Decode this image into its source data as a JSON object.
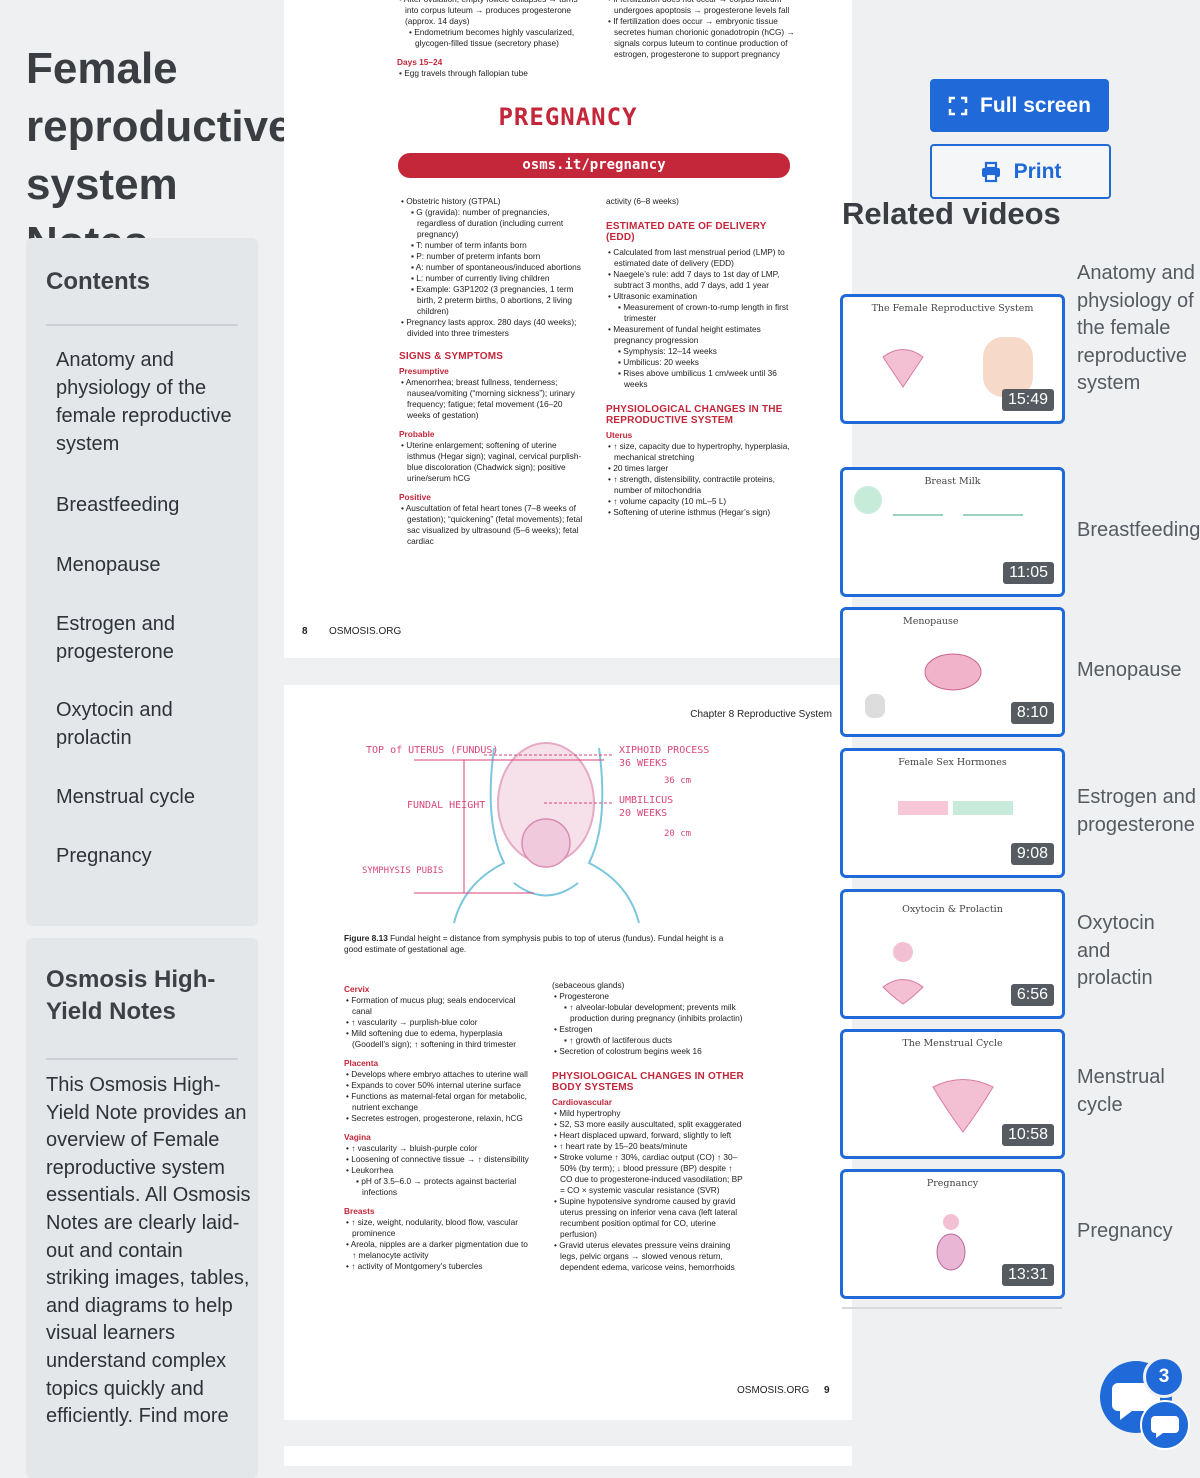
{
  "page": {
    "title": "Female reproductive system Notes"
  },
  "contents": {
    "heading": "Contents",
    "items": [
      "Anatomy and physiology of the female reproductive system",
      "Breastfeeding",
      "Menopause",
      "Estrogen and progesterone",
      "Oxytocin and prolactin",
      "Menstrual cycle",
      "Pregnancy"
    ]
  },
  "highyield": {
    "heading": "Osmosis High-Yield Notes",
    "text": "This Osmosis High-Yield Note provides an overview of Female reproductive system essentials. All Osmosis Notes are clearly laid-out and contain striking images, tables, and diagrams to help visual learners understand complex topics quickly and efficiently. Find more"
  },
  "buttons": {
    "fullscreen": "Full screen",
    "print": "Print"
  },
  "related": {
    "heading": "Related videos",
    "videos": [
      {
        "label": "Anatomy and physiology of the female reproductive system",
        "duration": "15:49",
        "thumb_title": "The Female Reproductive System"
      },
      {
        "label": "Breastfeeding",
        "duration": "11:05",
        "thumb_title": "Breast Milk"
      },
      {
        "label": "Menopause",
        "duration": "8:10",
        "thumb_title": "Menopause"
      },
      {
        "label": "Estrogen and progesterone",
        "duration": "9:08",
        "thumb_title": "Female Sex Hormones"
      },
      {
        "label": "Oxytocin and prolactin",
        "duration": "6:56",
        "thumb_title": "Oxytocin & Prolactin"
      },
      {
        "label": "Menstrual cycle",
        "duration": "10:58",
        "thumb_title": "The Menstrual Cycle"
      },
      {
        "label": "Pregnancy",
        "duration": "13:31",
        "thumb_title": "Pregnancy"
      }
    ]
  },
  "chat": {
    "badge": "3"
  },
  "doc_page8": {
    "top_left": [
      "• After ovulation, empty follicle collapses → turns into corpus luteum → produces progesterone (approx. 14 days)",
      "• Endometrium becomes highly vascularized, glycogen-filled tissue (secretory phase)"
    ],
    "days_heading": "Days 15–24",
    "days_item": "• Egg travels through fallopian tube",
    "top_right": [
      "• If fertilization does not occur → corpus luteum undergoes apoptosis → progesterone levels fall",
      "• If fertilization does occur → embryonic tissue secretes human chorionic gonadotropin (hCG) → signals corpus luteum to continue production of estrogen, progesterone to support pregnancy"
    ],
    "pregnancy_title": "PREGNANCY",
    "banner": "osms.it/pregnancy",
    "left_col": [
      "• Obstetric history (GTPAL)",
      "▪ G (gravida): number of pregnancies, regardless of duration (including current pregnancy)",
      "▪ T: number of term infants born",
      "▪ P: number of preterm infants born",
      "▪ A: number of spontaneous/induced abortions",
      "▪ L: number of currently living children",
      "▪ Example: G3P1202 (3 pregnancies, 1 term birth, 2 preterm births, 0 abortions, 2 living children)",
      "• Pregnancy lasts approx. 280 days (40 weeks); divided into three trimesters"
    ],
    "signs_heading": "SIGNS & SYMPTOMS",
    "presumptive_heading": "Presumptive",
    "presumptive": "• Amenorrhea; breast fullness, tenderness; nausea/vomiting (“morning sickness”); urinary frequency; fatigue; fetal movement (16–20 weeks of gestation)",
    "probable_heading": "Probable",
    "probable": "• Uterine enlargement; softening of uterine isthmus (Hegar sign); vaginal, cervical purplish-blue discoloration (Chadwick sign); positive urine/serum hCG",
    "positive_heading": "Positive",
    "positive": "• Auscultation of fetal heart tones (7–8 weeks of gestation); “quickening” (fetal movements); fetal sac visualized by ultrasound (5–6 weeks); fetal cardiac",
    "right_col_top": "activity (6–8 weeks)",
    "edd_heading": "ESTIMATED DATE OF DELIVERY (EDD)",
    "edd": [
      "• Calculated from last menstrual period (LMP) to estimated date of delivery (EDD)",
      "• Naegele’s rule: add 7 days to 1st day of LMP, subtract 3 months, add 7 days, add 1 year",
      "• Ultrasonic examination",
      "▪ Measurement of crown-to-rump length in first trimester",
      "• Measurement of fundal height estimates pregnancy progression",
      "▪ Symphysis: 12–14 weeks",
      "▪ Umbilicus: 20 weeks",
      "▪ Rises above umbilicus 1 cm/week until 36 weeks"
    ],
    "phys_heading": "PHYSIOLOGICAL CHANGES IN THE REPRODUCTIVE SYSTEM",
    "uterus_heading": "Uterus",
    "uterus": [
      "• ↑ size, capacity due to hypertrophy, hyperplasia, mechanical stretching",
      "• 20 times larger",
      "• ↑ strength, distensibility, contractile proteins, number of mitochondria",
      "• ↑ volume capacity (10 mL–5 L)",
      "• Softening of uterine isthmus (Hegar’s sign)"
    ],
    "footer_num": "8",
    "footer_site": "OSMOSIS.ORG"
  },
  "doc_page9": {
    "chapter": "Chapter 8 Reproductive System",
    "fig_labels": {
      "top": "TOP of UTERUS (FUNDUS)",
      "fundal": "FUNDAL HEIGHT",
      "symphysis": "SYMPHYSIS PUBIS",
      "xiphoid": "XIPHOID PROCESS",
      "xiphoid_wk": "36 WEEKS",
      "xiphoid_cm": "36 cm",
      "umbilicus": "UMBILICUS",
      "umb_wk": "20 WEEKS",
      "umb_cm": "20 cm"
    },
    "caption_bold": "Figure 8.13",
    "caption": " Fundal height = distance from symphysis pubis to top of uterus (fundus). Fundal height is a good estimate of gestational age.",
    "cervix_heading": "Cervix",
    "cervix": [
      "• Formation of mucus plug; seals endocervical canal",
      "• ↑ vascularity → purplish-blue color",
      "• Mild softening due to edema, hyperplasia (Goodell’s sign); ↑ softening in third trimester"
    ],
    "placenta_heading": "Placenta",
    "placenta": [
      "• Develops where embryo attaches to uterine wall",
      "• Expands to cover 50% internal uterine surface",
      "• Functions as maternal-fetal organ for metabolic, nutrient exchange",
      "• Secretes estrogen, progesterone, relaxin, hCG"
    ],
    "vagina_heading": "Vagina",
    "vagina": [
      "• ↑ vascularity → bluish-purple color",
      "• Loosening of connective tissue → ↑ distensibility",
      "• Leukorrhea",
      "▪ pH of 3.5–6.0 → protects against bacterial infections"
    ],
    "breasts_heading": "Breasts",
    "breasts": [
      "• ↑ size, weight, nodularity, blood flow, vascular prominence",
      "• Areola, nipples are a darker pigmentation due to ↑ melanocyte activity",
      "• ↑ activity of Montgomery’s tubercles"
    ],
    "right_top": [
      "(sebaceous glands)",
      "• Progesterone",
      "▪ ↑ alveolar-lobular development; prevents milk production during pregnancy (inhibits prolactin)",
      "• Estrogen",
      "▪ ↑ growth of lactiferous ducts",
      "• Secretion of colostrum begins week 16"
    ],
    "other_heading": "PHYSIOLOGICAL CHANGES IN OTHER BODY SYSTEMS",
    "cardio_heading": "Cardiovascular",
    "cardio": [
      "• Mild hypertrophy",
      "• S2, S3 more easily auscultated, split exaggerated",
      "• Heart displaced upward, forward, slightly to left",
      "• ↑ heart rate by 15–20 beats/minute",
      "• Stroke volume ↑ 30%, cardiac output (CO) ↑ 30–50% (by term); ↓ blood pressure (BP) despite ↑ CO due to progesterone-induced vasodilation; BP = CO × systemic vascular resistance (SVR)",
      "• Supine hypotensive syndrome caused by gravid uterus pressing on inferior vena cava (left lateral recumbent position optimal for CO, uterine perfusion)",
      "• Gravid uterus elevates pressure veins draining legs, pelvic organs → slowed venous return, dependent edema, varicose veins, hemorrhoids"
    ],
    "footer_site": "OSMOSIS.ORG",
    "footer_num": "9"
  }
}
